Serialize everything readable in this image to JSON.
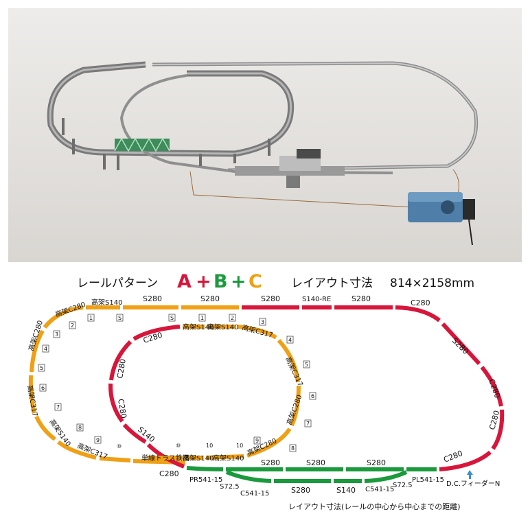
{
  "title": {
    "pattern_label": "レールパターン",
    "letter_a": "A",
    "letter_b": "B",
    "letter_c": "C",
    "plus": "+",
    "size_label": "レイアウト寸法",
    "size_value": "814×2158mm"
  },
  "colors": {
    "a": "#d8153a",
    "b": "#1a9a3c",
    "c": "#f0a014"
  },
  "footer_note": "レイアウト寸法(レールの中心から中心までの距離)",
  "feeder": "D.C.フィーダーN",
  "labels": {
    "top_s280_1": "S280",
    "top_s280_2": "S280",
    "top_s280_3": "S280",
    "top_s140re": "S140-RE",
    "top_s280_4": "S280",
    "outer_c280_tr": "C280",
    "outer_s280_right": "S280",
    "outer_c280_r1": "C280",
    "outer_c280_r2": "C280",
    "outer_c280_br": "C280",
    "elev_c280_top": "高架C280",
    "elev_s140_top": "高架S140",
    "elev_c280_left": "高架C280",
    "elev_c317_left": "高架C317",
    "elev_s140_left": "高架S140",
    "elev_c317_bl": "高架C317",
    "inner_c280_tl": "C280",
    "inner_c280_left": "C280",
    "inner_c280_left2": "C280",
    "inner_s140": "S140",
    "inner_elev_s140_1": "高架S140",
    "inner_elev_s140_2": "高架S140",
    "inner_elev_c317_tr": "高架C317",
    "inner_elev_c317_r": "高架C317",
    "inner_elev_c280_r": "高架C280",
    "inner_elev_c280_br": "高架C280",
    "bridge": "単線トラス鉄橋",
    "inner_bottom_s140_1": "高架S140",
    "inner_bottom_s140_2": "高架S140",
    "bottom_c280": "C280",
    "station_s280_1": "S280",
    "station_s280_2": "S280",
    "station_s280_3": "S280",
    "station_s280_4": "S280",
    "station_s140": "S140",
    "pr541": "PR541-15",
    "s72_left": "S72.5",
    "c541_left": "C541-15",
    "c541_right": "C541-15",
    "s72_right": "S72.5",
    "pl541": "PL541-15"
  },
  "pier_markers": {
    "m1": "1",
    "m2": "2",
    "m3": "3",
    "m4": "4",
    "m5": "5",
    "m6": "6",
    "m7": "7",
    "m8": "8",
    "m9": "9",
    "m10": "⑩",
    "s": "S",
    "im_s": "S",
    "im1": "1",
    "im2": "2",
    "im3": "3",
    "im4": "4",
    "im5": "5",
    "im6": "6",
    "im7": "7",
    "im8": "8",
    "im9": "9",
    "im10a": "10",
    "im10b": "10",
    "im10c": "⑩"
  }
}
